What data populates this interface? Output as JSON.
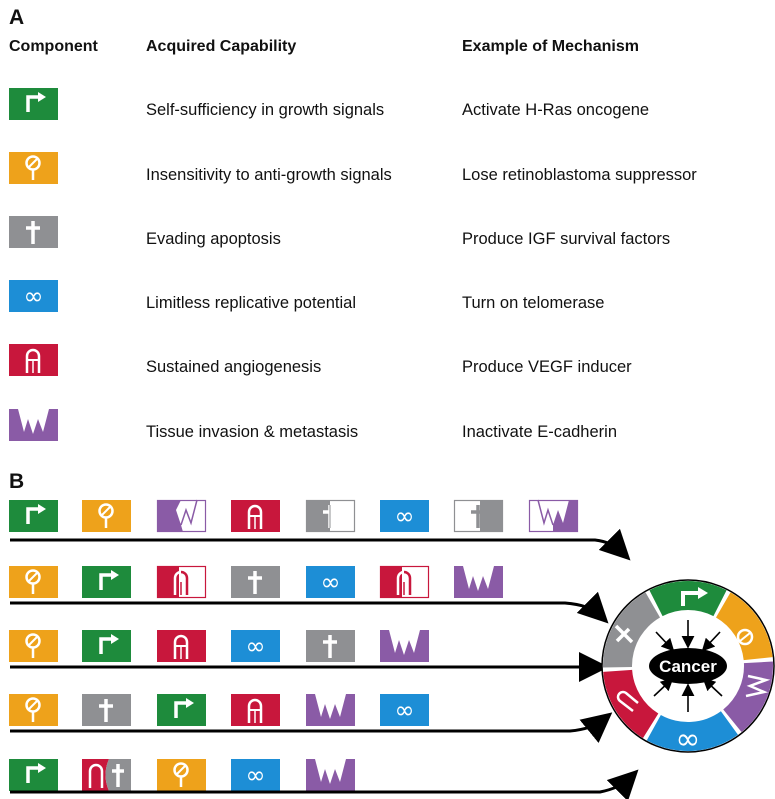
{
  "panel_a": {
    "label": "A",
    "headers": {
      "component": "Component",
      "capability": "Acquired Capability",
      "mechanism": "Example of Mechanism"
    },
    "rows": [
      {
        "icon": "growth-signal-arrow-icon",
        "color": "#1e8b3c",
        "capability": "Self-sufficiency in growth signals",
        "mechanism": "Activate H-Ras oncogene"
      },
      {
        "icon": "anti-growth-stop-sign-icon",
        "color": "#eea21b",
        "capability": "Insensitivity to anti-growth signals",
        "mechanism": "Lose retinoblastoma suppressor"
      },
      {
        "icon": "apoptosis-cross-icon",
        "color": "#8f9093",
        "capability": "Evading apoptosis",
        "mechanism": "Produce IGF survival factors"
      },
      {
        "icon": "infinity-icon",
        "color": "#1d8ed6",
        "capability": "Limitless replicative potential",
        "mechanism": "Turn on telomerase"
      },
      {
        "icon": "angiogenesis-vessel-icon",
        "color": "#c8173c",
        "capability": "Sustained angiogenesis",
        "mechanism": "Produce VEGF inducer"
      },
      {
        "icon": "invasion-zigzag-icon",
        "color": "#8a5ba6",
        "capability": "Tissue invasion & metastasis",
        "mechanism": "Inactivate E-cadherin"
      }
    ]
  },
  "panel_b": {
    "label": "B",
    "center_label": "Cancer",
    "pathways": [
      {
        "steps": [
          "growth",
          "stop",
          "invasion-partial",
          "vessel",
          "cross-partial",
          "infinity",
          "cross-outline",
          "invasion-outline"
        ]
      },
      {
        "steps": [
          "stop",
          "growth",
          "vessel-partial",
          "cross",
          "infinity",
          "vessel-partial2",
          "invasion"
        ]
      },
      {
        "steps": [
          "stop",
          "growth",
          "vessel",
          "infinity",
          "cross",
          "invasion"
        ]
      },
      {
        "steps": [
          "stop",
          "cross",
          "growth",
          "vessel",
          "invasion",
          "infinity"
        ]
      },
      {
        "steps": [
          "growth",
          "vessel-cross-combined",
          "stop",
          "infinity",
          "invasion"
        ]
      }
    ]
  }
}
